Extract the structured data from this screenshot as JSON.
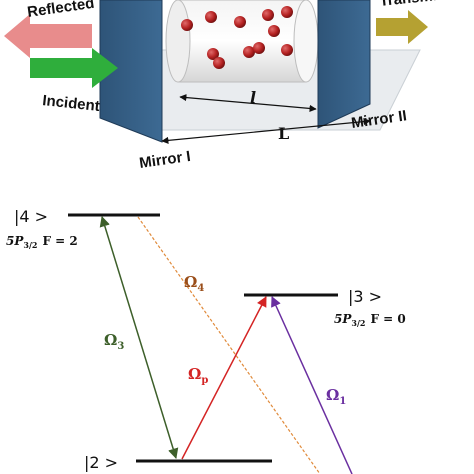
{
  "cavity": {
    "reflected_label": "Reflected",
    "incident_label": "Incident",
    "transmitted_label": "Transmitted",
    "mirror1_label": "Mirror I",
    "mirror2_label": "Mirror II",
    "cell_length_label": "l",
    "cavity_length_label": "L"
  },
  "levels": {
    "level4": {
      "ket": "|4 >",
      "state_main": "5P",
      "state_sub": "3/2",
      "f_label": "F = 2"
    },
    "level3": {
      "ket": "|3 >",
      "state_main": "5P",
      "state_sub": "3/2",
      "f_label": "F = 0"
    },
    "level2": {
      "ket": "|2 >"
    }
  },
  "transitions": {
    "omega3": {
      "symbol": "Ω",
      "sub": "3",
      "color": "#3d5f2a"
    },
    "omega4": {
      "symbol": "Ω",
      "sub": "4",
      "color": "#c8701e"
    },
    "omegap": {
      "symbol": "Ω",
      "sub": "p",
      "color": "#d42424"
    },
    "omega1": {
      "symbol": "Ω",
      "sub": "1",
      "color": "#6a2fa0"
    }
  }
}
